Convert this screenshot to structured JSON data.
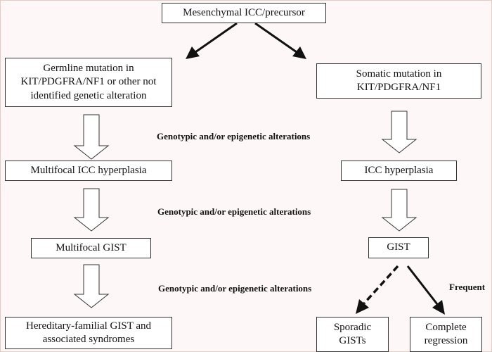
{
  "nodes": {
    "root": "Mesenchymal ICC/precursor",
    "germline": [
      "Germline mutation in",
      "KIT/PDGFRA/NF1 or other not",
      "identified genetic alteration"
    ],
    "somatic": [
      "Somatic mutation in",
      "KIT/PDGFRA/NF1"
    ],
    "multifocal_hyperplasia": "Multifocal ICC hyperplasia",
    "icc_hyperplasia": "ICC hyperplasia",
    "multifocal_gist": "Multifocal GIST",
    "gist": "GIST",
    "hereditary": [
      "Hereditary-familial GIST and",
      "associated syndromes"
    ],
    "sporadic": [
      "Sporadic",
      "GISTs"
    ],
    "regression": [
      "Complete",
      "regression"
    ]
  },
  "labels": {
    "alteration_1": "Genotypic and/or epigenetic alterations",
    "alteration_2": "Genotypic and/or epigenetic alterations",
    "alteration_3": "Genotypic and/or epigenetic alterations",
    "frequent": "Frequent"
  }
}
